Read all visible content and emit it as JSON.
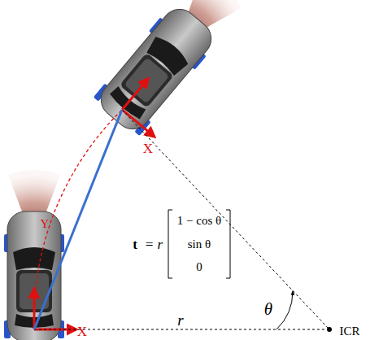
{
  "diagram": {
    "labels": [
      "t",
      "= r",
      "1 − cos θ",
      "sin θ",
      "0",
      "X",
      "Y",
      "X",
      "r",
      "θ",
      "ICR"
    ]
  }
}
